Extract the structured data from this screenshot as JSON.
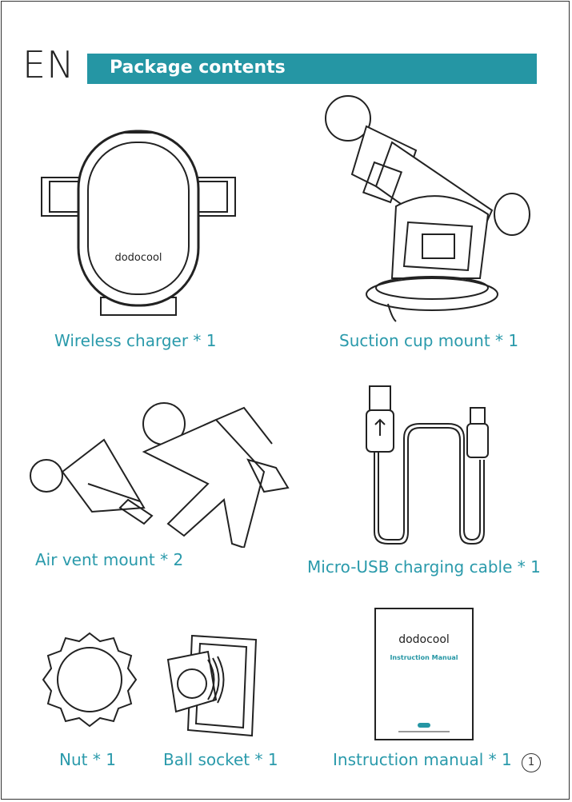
{
  "header": {
    "language": "EN",
    "title": "Package contents"
  },
  "brand": "dodocool",
  "items": [
    {
      "caption": "Wireless charger * 1"
    },
    {
      "caption": "Suction cup mount * 1"
    },
    {
      "caption": "Air vent mount * 2"
    },
    {
      "caption": "Micro-USB charging cable * 1"
    },
    {
      "caption": "Nut * 1"
    },
    {
      "caption": "Ball socket * 1"
    },
    {
      "caption": "Instruction manual * 1"
    }
  ],
  "manual_cover": {
    "brand": "dodocool",
    "title": "Instruction Manual"
  },
  "page_number": "1",
  "colors": {
    "accent": "#2596a4",
    "caption": "#2a9aab",
    "line": "#222222"
  }
}
